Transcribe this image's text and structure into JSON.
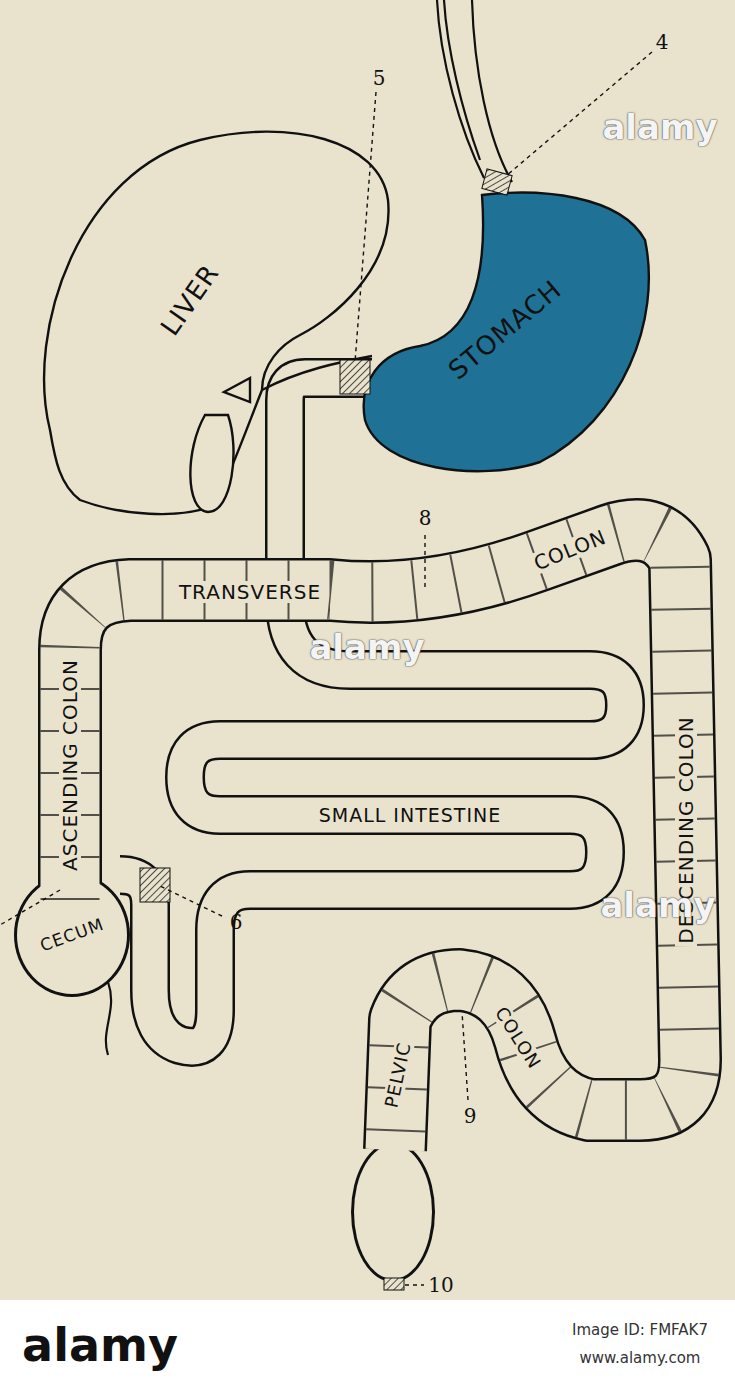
{
  "diagram": {
    "nodes": [
      {
        "text": [
          "LIVER"
        ]
      },
      {
        "text": [
          "STOMACH"
        ]
      },
      {
        "text": [
          "TRANSVERSE",
          "COLON"
        ]
      },
      {
        "text": [
          "ASCENDING COLON"
        ]
      },
      {
        "text": [
          "DESCENDING COLON"
        ]
      },
      {
        "text": [
          "SMALL INTESTINE"
        ]
      },
      {
        "text": [
          "CECUM"
        ]
      },
      {
        "text": [
          "PELVIC",
          "COLON"
        ]
      }
    ],
    "labels": [
      "4",
      "5",
      "8",
      "6",
      "9",
      "10",
      "alamy",
      "alamy",
      "alamy",
      "alamy",
      "Image ID: FMFAK7",
      "www.alamy.com"
    ]
  }
}
